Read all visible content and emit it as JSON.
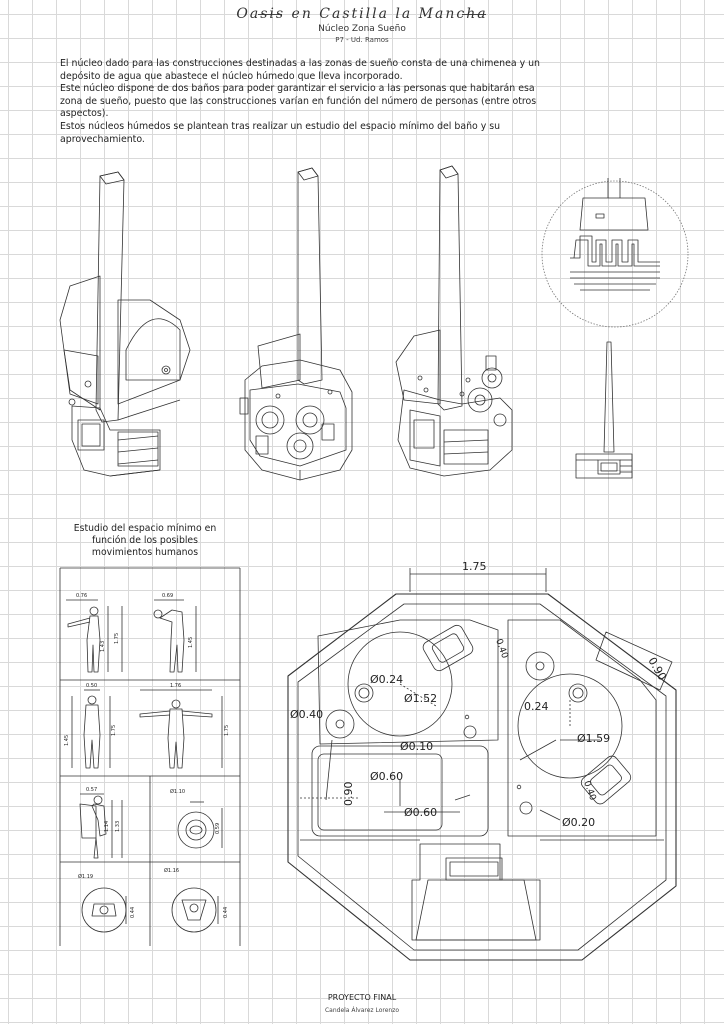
{
  "header": {
    "title": "Oasis en Castilla la Mancha",
    "subtitle": "Núcleo Zona Sueño",
    "subsubtitle": "P7 - Ud. Ramos"
  },
  "intro": {
    "paragraphs": [
      "El núcleo dado para las construcciones destinadas a las zonas de sueño consta de una chimenea y un depósito de agua que abastece el núcleo húmedo que lleva incorporado.",
      "Este núcleo dispone de dos baños para poder garantizar el servicio a las personas que habitarán esa zona de sueño, puesto que las construcciones varían en función del número de personas (entre otros aspectos).",
      "Estos núcleos húmedos se plantean tras realizar un estudio del espacio mínimo del baño y su aprovechamiento."
    ]
  },
  "study": {
    "title": "Estudio del espacio mínimo en función de los posibles movimientos humanos",
    "dims": {
      "f1_w": "0.76",
      "f1_h1": "1.43",
      "f1_h2": "1.75",
      "f2_w": "0.69",
      "f2_h": "1.45",
      "f3_w": "0.50",
      "f3_h1": "1.45",
      "f3_h2": "1.75",
      "f4_w": "1.76",
      "f4_h": "1.75",
      "f5_w": "0.57",
      "f5_h1": "1.14",
      "f5_h2": "1.33",
      "f6_d": "Ø1.10",
      "f6_h": "0.59",
      "f7_d": "Ø1.19",
      "f7_h": "0.44",
      "f8_d": "Ø1.16",
      "f8_h": "0.44"
    }
  },
  "plan": {
    "dims": {
      "top_width": "1.75",
      "side": "0.90",
      "d1": "Ø0.24",
      "d2": "Ø1.52",
      "d3": "Ø0.40",
      "d4": "0.24",
      "d5": "Ø1.59",
      "d6": "Ø0.10",
      "d7": "Ø0.60",
      "d8": "0.90",
      "d9": "Ø0.60",
      "d10": "Ø0.20",
      "d11": "0.40",
      "d12": "0.40"
    }
  },
  "footer": {
    "title": "PROYECTO FINAL",
    "author": "Candela Álvarez Lorenzo"
  }
}
